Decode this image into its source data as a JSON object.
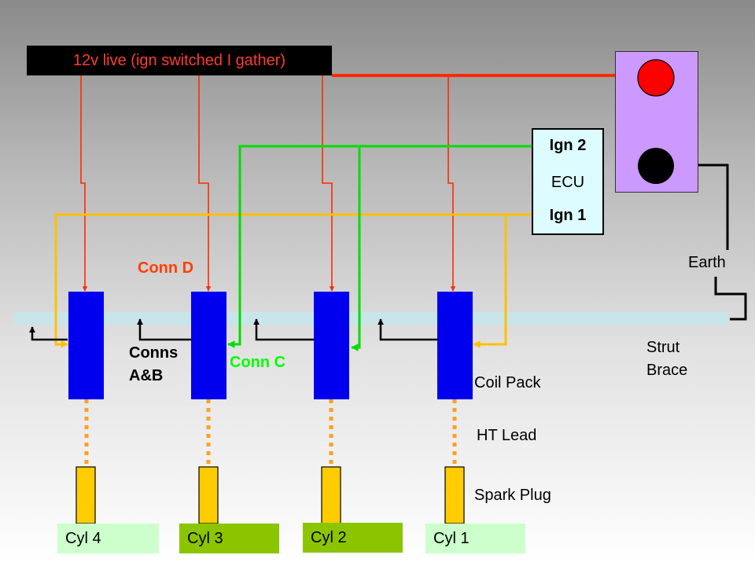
{
  "supply": {
    "label": "12v live (ign switched I gather)"
  },
  "ecu": {
    "ign2": "Ign 2",
    "title": "ECU",
    "ign1": "Ign 1"
  },
  "earth": {
    "label": "Earth"
  },
  "connectors": {
    "d": "Conn D",
    "ab_line1": "Conns",
    "ab_line2": "A&B",
    "c": "Conn C"
  },
  "strut": {
    "line1": "Strut",
    "line2": "Brace"
  },
  "components": {
    "coil_pack": "Coil Pack",
    "ht_lead": "HT Lead",
    "spark_plug": "Spark Plug"
  },
  "cylinders": [
    "Cyl 4",
    "Cyl 3",
    "Cyl 2",
    "Cyl 1"
  ],
  "colors": {
    "supply_wire": "#ff2a00",
    "ign1_wire": "#ffc000",
    "ign2_wire": "#00dd00",
    "earth_wire": "#000000",
    "coil": "#0000ee",
    "plug": "#ffcc00",
    "ht_lead": "#ffa020",
    "battery": "#cc99ff",
    "strut_brace": "#c8e6ea"
  }
}
